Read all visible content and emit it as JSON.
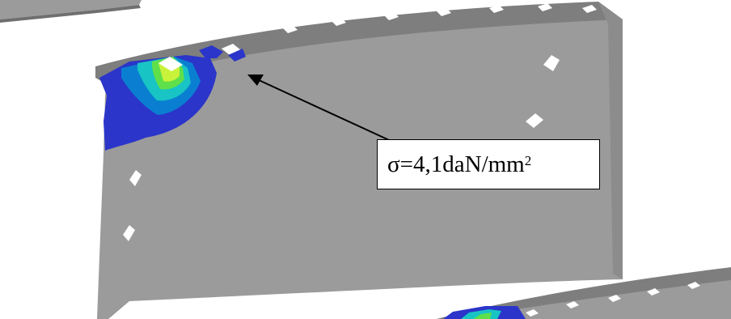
{
  "annotation": {
    "symbol": "σ",
    "equals": "= ",
    "value": "4,1",
    "unit": "daN/mm",
    "exponent": "2"
  },
  "colors": {
    "background": "#ffffff",
    "model_surface": "#9b9b9b",
    "model_top_edge": "#7e7e7e",
    "model_shadow": "#8a8a8a",
    "hole": "#ffffff",
    "stress_low": "#2b35c9",
    "stress_mid_low": "#0a7fd1",
    "stress_mid": "#18c4c4",
    "stress_mid_high": "#5fe04a",
    "stress_high": "#c9f23a",
    "arrow": "#000000",
    "box_border": "#000000",
    "text": "#000000"
  },
  "icons": {
    "arrow": "arrow-up-left-icon",
    "stress_contour": "stress-contour-plot"
  }
}
